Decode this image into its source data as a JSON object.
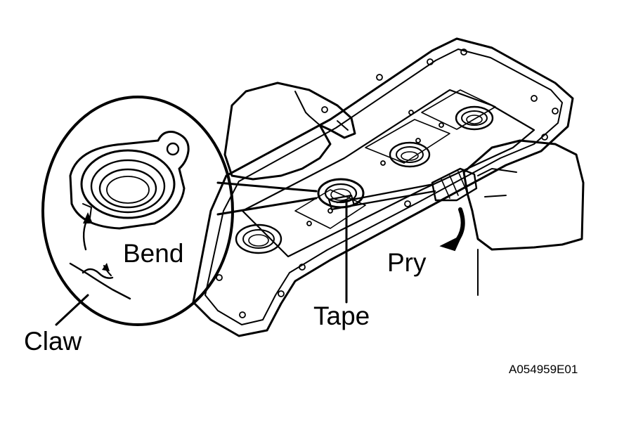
{
  "labels": {
    "bend": "Bend",
    "pry": "Pry",
    "tape": "Tape",
    "claw": "Claw",
    "figure_code": "A054959E01"
  },
  "colors": {
    "ink": "#000000",
    "paper": "#ffffff"
  }
}
